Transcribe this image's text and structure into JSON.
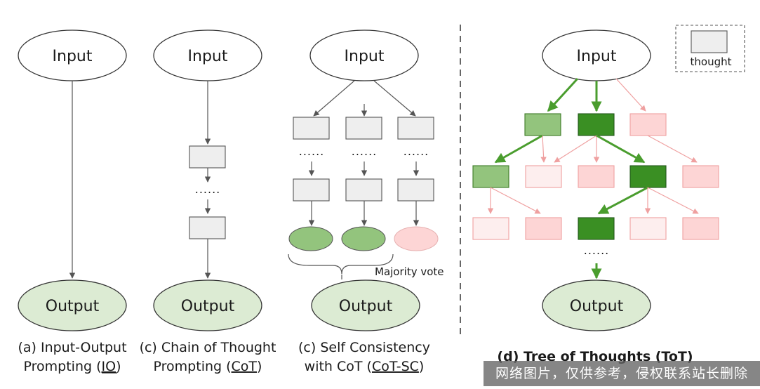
{
  "nodes": {
    "input": "Input",
    "output": "Output"
  },
  "captions": {
    "io_line1": "(a) Input-Output",
    "io_line2_prefix": "Prompting (",
    "io_abbr": "IO",
    "io_suffix": ")",
    "cot_line1": "(c) Chain of Thought",
    "cot_line2_prefix": "Prompting (",
    "cot_abbr": "CoT",
    "cot_suffix": ")",
    "sc_line1": "(c) Self Consistency",
    "sc_line2_prefix": "with CoT (",
    "sc_abbr": "CoT-SC",
    "sc_suffix": ")",
    "tot": "(d) Tree of Thoughts (ToT)"
  },
  "labels": {
    "majority_vote": "Majority vote",
    "ellipsis": "......",
    "thought_legend": "thought"
  },
  "watermark": "网络图片，仅供参考，侵权联系站长删除",
  "colors": {
    "ellipse_fill_output": "#dcebd3",
    "box_gray": "#eeeeee",
    "green_dark": "#3a8f23",
    "green_light": "#93c47d",
    "pink": "#fdd5d5",
    "pink_light": "#fdeeee",
    "arrow_green": "#4a9d2e",
    "arrow_pink": "#efa0a0"
  }
}
